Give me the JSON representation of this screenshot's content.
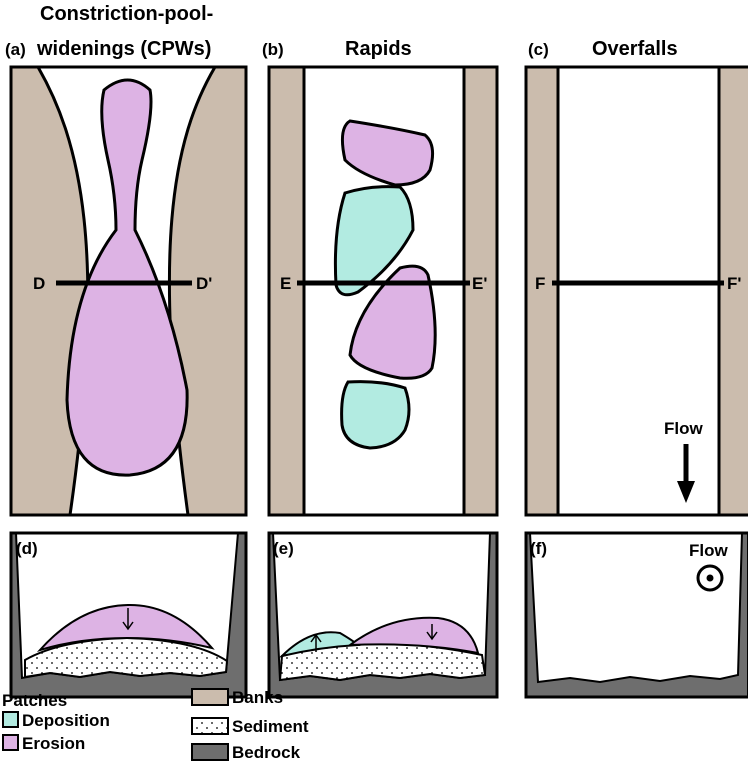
{
  "panels": {
    "a": {
      "letter": "(a)",
      "title_line1": "Constriction-pool-",
      "title_line2": "widenings (CPWs)",
      "section_left": "D",
      "section_right": "D'"
    },
    "b": {
      "letter": "(b)",
      "title": "Rapids",
      "section_left": "E",
      "section_right": "E'"
    },
    "c": {
      "letter": "(c)",
      "title": "Overfalls",
      "section_left": "F",
      "section_right": "F'",
      "flow_label": "Flow"
    },
    "d": {
      "letter": "(d)"
    },
    "e": {
      "letter": "(e)"
    },
    "f": {
      "letter": "(f)",
      "flow_label": "Flow"
    }
  },
  "legend": {
    "patches_title": "Patches",
    "deposition": "Deposition",
    "erosion": "Erosion",
    "banks": "Banks",
    "sediment": "Sediment",
    "bedrock": "Bedrock"
  },
  "colors": {
    "banks": "#cbbcad",
    "erosion": "#ddb3e4",
    "deposition": "#b2ebe1",
    "bedrock": "#6e6e6e",
    "sediment": "#ffffff"
  }
}
